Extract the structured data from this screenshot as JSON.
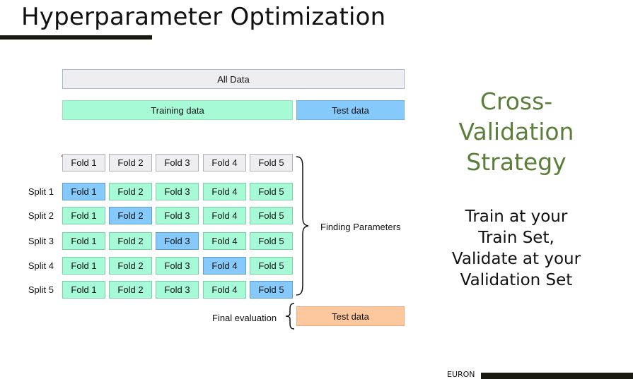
{
  "slide": {
    "title": "Hyperparameter Optimization",
    "footer_brand": "EURON"
  },
  "diagram": {
    "all_data": "All Data",
    "training_data": "Training data",
    "test_data": "Test data",
    "fold_header": [
      "Fold 1",
      "Fold 2",
      "Fold 3",
      "Fold 4",
      "Fold 5"
    ],
    "splits": [
      {
        "label": "Split 1",
        "folds": [
          "Fold 1",
          "Fold 2",
          "Fold 3",
          "Fold 4",
          "Fold 5"
        ],
        "validation_fold": 1
      },
      {
        "label": "Split 2",
        "folds": [
          "Fold 1",
          "Fold 2",
          "Fold 3",
          "Fold 4",
          "Fold 5"
        ],
        "validation_fold": 2
      },
      {
        "label": "Split 3",
        "folds": [
          "Fold 1",
          "Fold 2",
          "Fold 3",
          "Fold 4",
          "Fold 5"
        ],
        "validation_fold": 3
      },
      {
        "label": "Split 4",
        "folds": [
          "Fold 1",
          "Fold 2",
          "Fold 3",
          "Fold 4",
          "Fold 5"
        ],
        "validation_fold": 4
      },
      {
        "label": "Split 5",
        "folds": [
          "Fold 1",
          "Fold 2",
          "Fold 3",
          "Fold 4",
          "Fold 5"
        ],
        "validation_fold": 5
      }
    ],
    "finding_parameters": "Finding Parameters",
    "final_evaluation": "Final evaluation",
    "final_test_data": "Test data"
  },
  "side_text": {
    "heading_lines": [
      "Cross-",
      "Validation",
      "Strategy"
    ],
    "body_lines": [
      "Train at your",
      "Train Set,",
      "Validate at your",
      "Validation Set"
    ]
  },
  "colors": {
    "heading_green": "#5b7f3a",
    "training_green": "#a6fbd6",
    "validation_blue": "#86c9fb",
    "final_test_orange": "#fdc89d",
    "neutral_grey": "#eeeef0",
    "bar_dark": "#1a1a12"
  }
}
